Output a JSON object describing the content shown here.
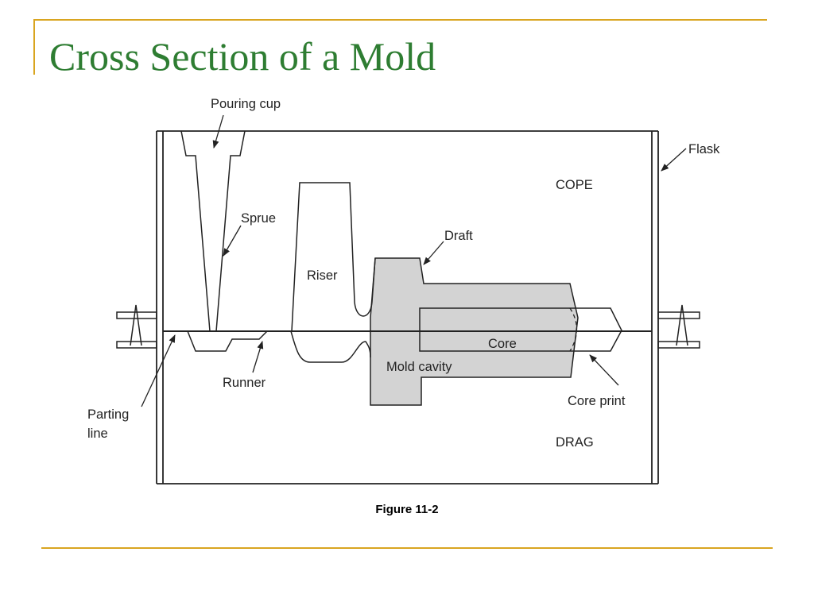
{
  "slide": {
    "title": "Cross Section of a Mold",
    "caption": "Figure 11-2"
  },
  "diagram": {
    "labels": {
      "pouring_cup": "Pouring cup",
      "flask": "Flask",
      "cope": "COPE",
      "sprue": "Sprue",
      "draft": "Draft",
      "riser": "Riser",
      "core": "Core",
      "mold_cavity": "Mold cavity",
      "runner": "Runner",
      "core_print": "Core print",
      "parting_line": "Parting",
      "parting_line_2": "line",
      "drag": "DRAG"
    },
    "colors": {
      "title": "#2E7D32",
      "accent_lines": "#D9A520",
      "cavity_fill": "#D3D3D3",
      "stroke": "#222222"
    }
  }
}
